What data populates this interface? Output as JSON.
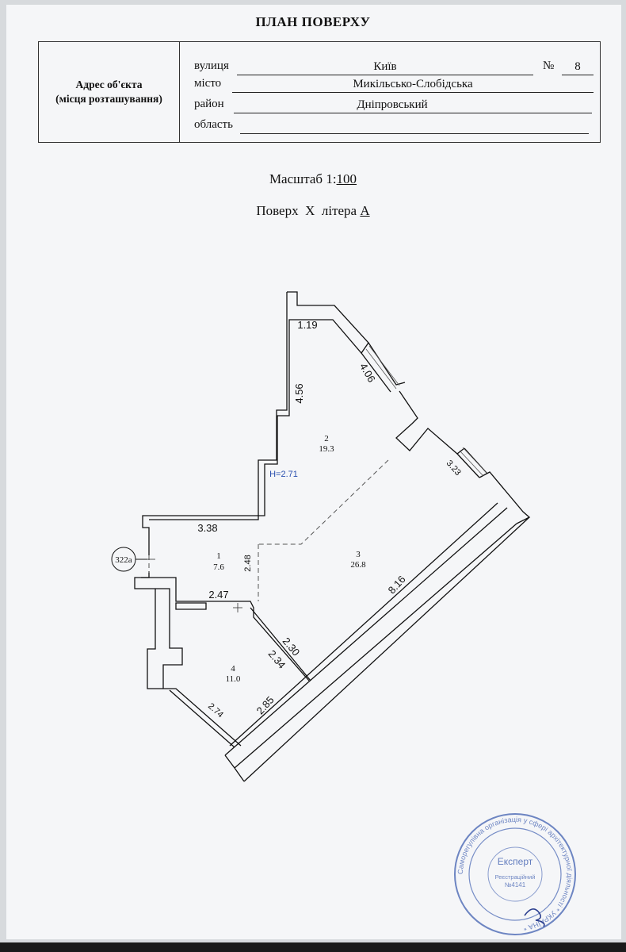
{
  "document": {
    "title": "ПЛАН ПОВЕРХУ"
  },
  "address": {
    "label_line1": "Адрес об'єкта",
    "label_line2": "(місця розташування)",
    "street_label": "вулиця",
    "street_value": "Київ",
    "number_label": "№",
    "number_value": "8",
    "city_label": "місто",
    "city_value": "Микільсько-Слобідська",
    "district_label": "район",
    "district_value": "Дніпровський",
    "region_label": "область",
    "region_value": ""
  },
  "scale": {
    "label": "Масштаб 1:",
    "value": "100"
  },
  "floor": {
    "label": "Поверх",
    "value": "X",
    "litera_label": "літера",
    "litera_value": "А"
  },
  "plan": {
    "height_label": "H=2.71",
    "apartment_tag": "322а",
    "dimensions": {
      "d_1_19": "1.19",
      "d_4_06": "4.06",
      "d_4_56": "4.56",
      "d_3_23": "3.23",
      "d_3_38": "3.38",
      "d_2_48": "2.48",
      "d_8_16": "8.16",
      "d_2_47": "2.47",
      "d_2_30": "2.30",
      "d_2_34": "2.34",
      "d_2_74": "2.74",
      "d_2_85": "2.85"
    },
    "rooms": [
      {
        "number": "1",
        "area": "7.6"
      },
      {
        "number": "2",
        "area": "19.3"
      },
      {
        "number": "3",
        "area": "26.8"
      },
      {
        "number": "4",
        "area": "11.0"
      }
    ]
  },
  "stamp": {
    "center_text": "Експерт",
    "reg_text": "Реєстраційний",
    "reg_number": "№4141",
    "ring_text": "Саморегулівна організація у сфері архітектурної діяльності * УКРАЇНА *",
    "color": "#3f5fb0"
  }
}
